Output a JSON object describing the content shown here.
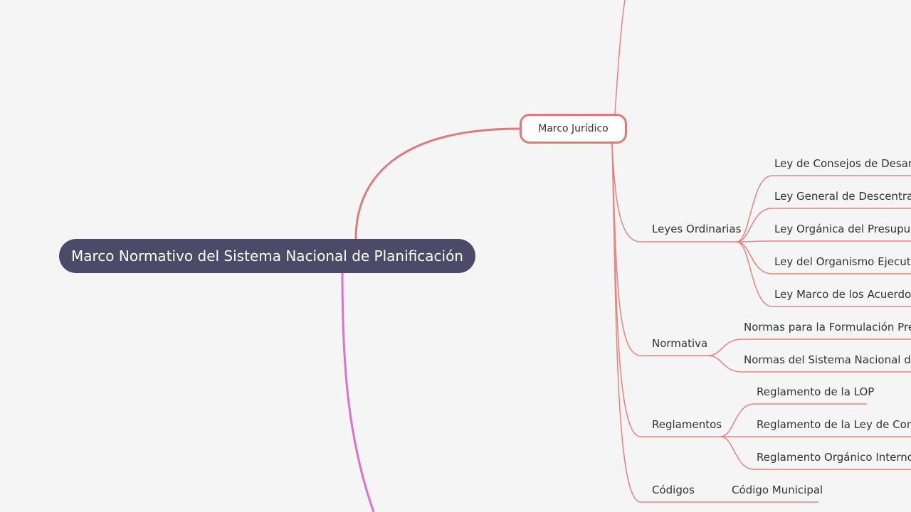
{
  "root": {
    "label": "Marco Normativo del Sistema Nacional de Planificación"
  },
  "main_topic": {
    "label": "Marco Jurídico"
  },
  "branches": [
    {
      "label": "Leyes Ordinarias",
      "children": [
        "Ley de Consejos de Desarrol",
        "Ley General de Descentraliza",
        "Ley Orgánica del Presupuest",
        "Ley del Organismo Ejecutivo",
        "Ley Marco de los Acuerdos c"
      ]
    },
    {
      "label": "Normativa",
      "children": [
        "Normas para la Formulación Presu",
        "Normas del Sistema Nacional de I"
      ]
    },
    {
      "label": "Reglamentos",
      "children": [
        "Reglamento de la LOP",
        "Reglamento de la Ley de Conse",
        "Reglamento Orgánico Interno d"
      ]
    },
    {
      "label": "Códigos",
      "children": [
        "Código Municipal"
      ]
    }
  ],
  "colors": {
    "root_fill": "#4b4a68",
    "main_branch": "#e07a7a",
    "sub_branch": "#e8837f",
    "second_branch": "#e070d0",
    "background": "#f5f5f5"
  }
}
